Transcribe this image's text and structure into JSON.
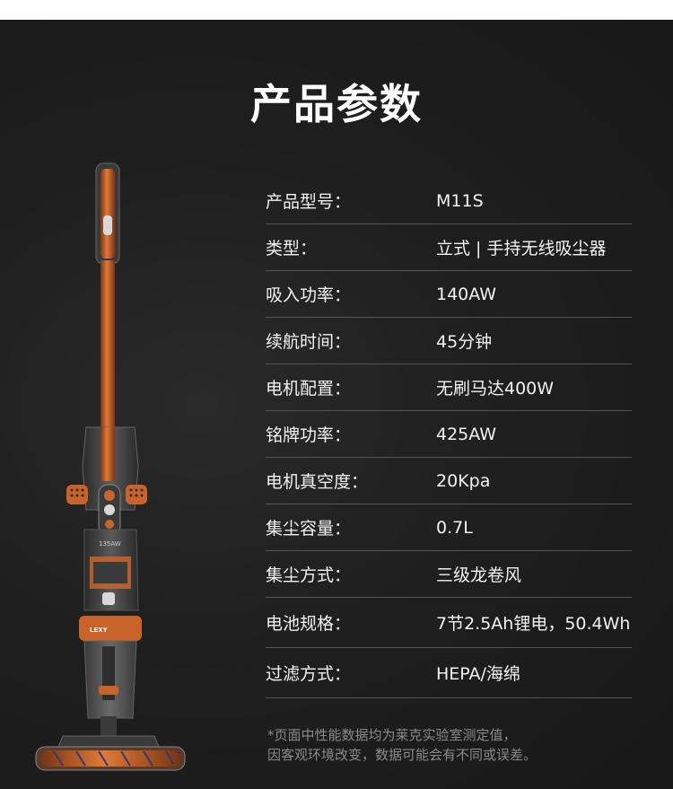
{
  "title": "产品参数",
  "specs": [
    {
      "label": "产品型号：",
      "value": "M11S"
    },
    {
      "label": "类型：",
      "value": "立式 | 手持无线吸尘器"
    },
    {
      "label": "吸入功率：",
      "value": "140AW"
    },
    {
      "label": "续航时间：",
      "value": "45分钟"
    },
    {
      "label": "电机配置：",
      "value": "无刷马达400W"
    },
    {
      "label": "铭牌功率：",
      "value": "425AW"
    },
    {
      "label": "电机真空度：",
      "value": "20Kpa"
    },
    {
      "label": "集尘容量：",
      "value": "0.7L"
    },
    {
      "label": "集尘方式：",
      "value": "三级龙卷风"
    },
    {
      "label": "电池规格：",
      "value": "7节2.5Ah锂电，50.4Wh"
    },
    {
      "label": "过滤方式：",
      "value": "HEPA/海绵"
    }
  ],
  "footnote": {
    "line1": "*页面中性能数据均为莱克实验室测定值，",
    "line2": "因客观环境改变，数据可能会有不同或误差。"
  },
  "product": {
    "brand_text": "LEXY",
    "power_text": "135AW",
    "colors": {
      "copper": "#c8642a",
      "body": "#4a4a4a",
      "dark": "#2e2e2e",
      "background": "#1b1b1b"
    }
  }
}
